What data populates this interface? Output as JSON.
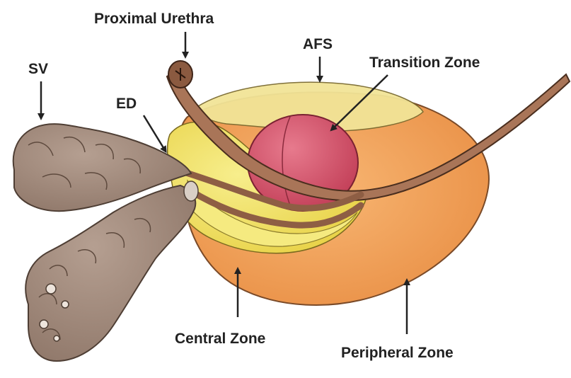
{
  "labels": {
    "proximal_urethra": "Proximal Urethra",
    "afs": "AFS",
    "transition_zone": "Transition Zone",
    "sv": "SV",
    "ed": "ED",
    "central_zone": "Central Zone",
    "peripheral_zone": "Peripheral Zone"
  },
  "colors": {
    "peripheral_zone": "#F2A25C",
    "central_zone": "#F2E36A",
    "afs": "#F1E08A",
    "transition_zone": "#D9556E",
    "urethra": "#A9745A",
    "seminal_vesicle": "#A08A7C",
    "outline": "#4A3A32",
    "arrow": "#222222"
  }
}
